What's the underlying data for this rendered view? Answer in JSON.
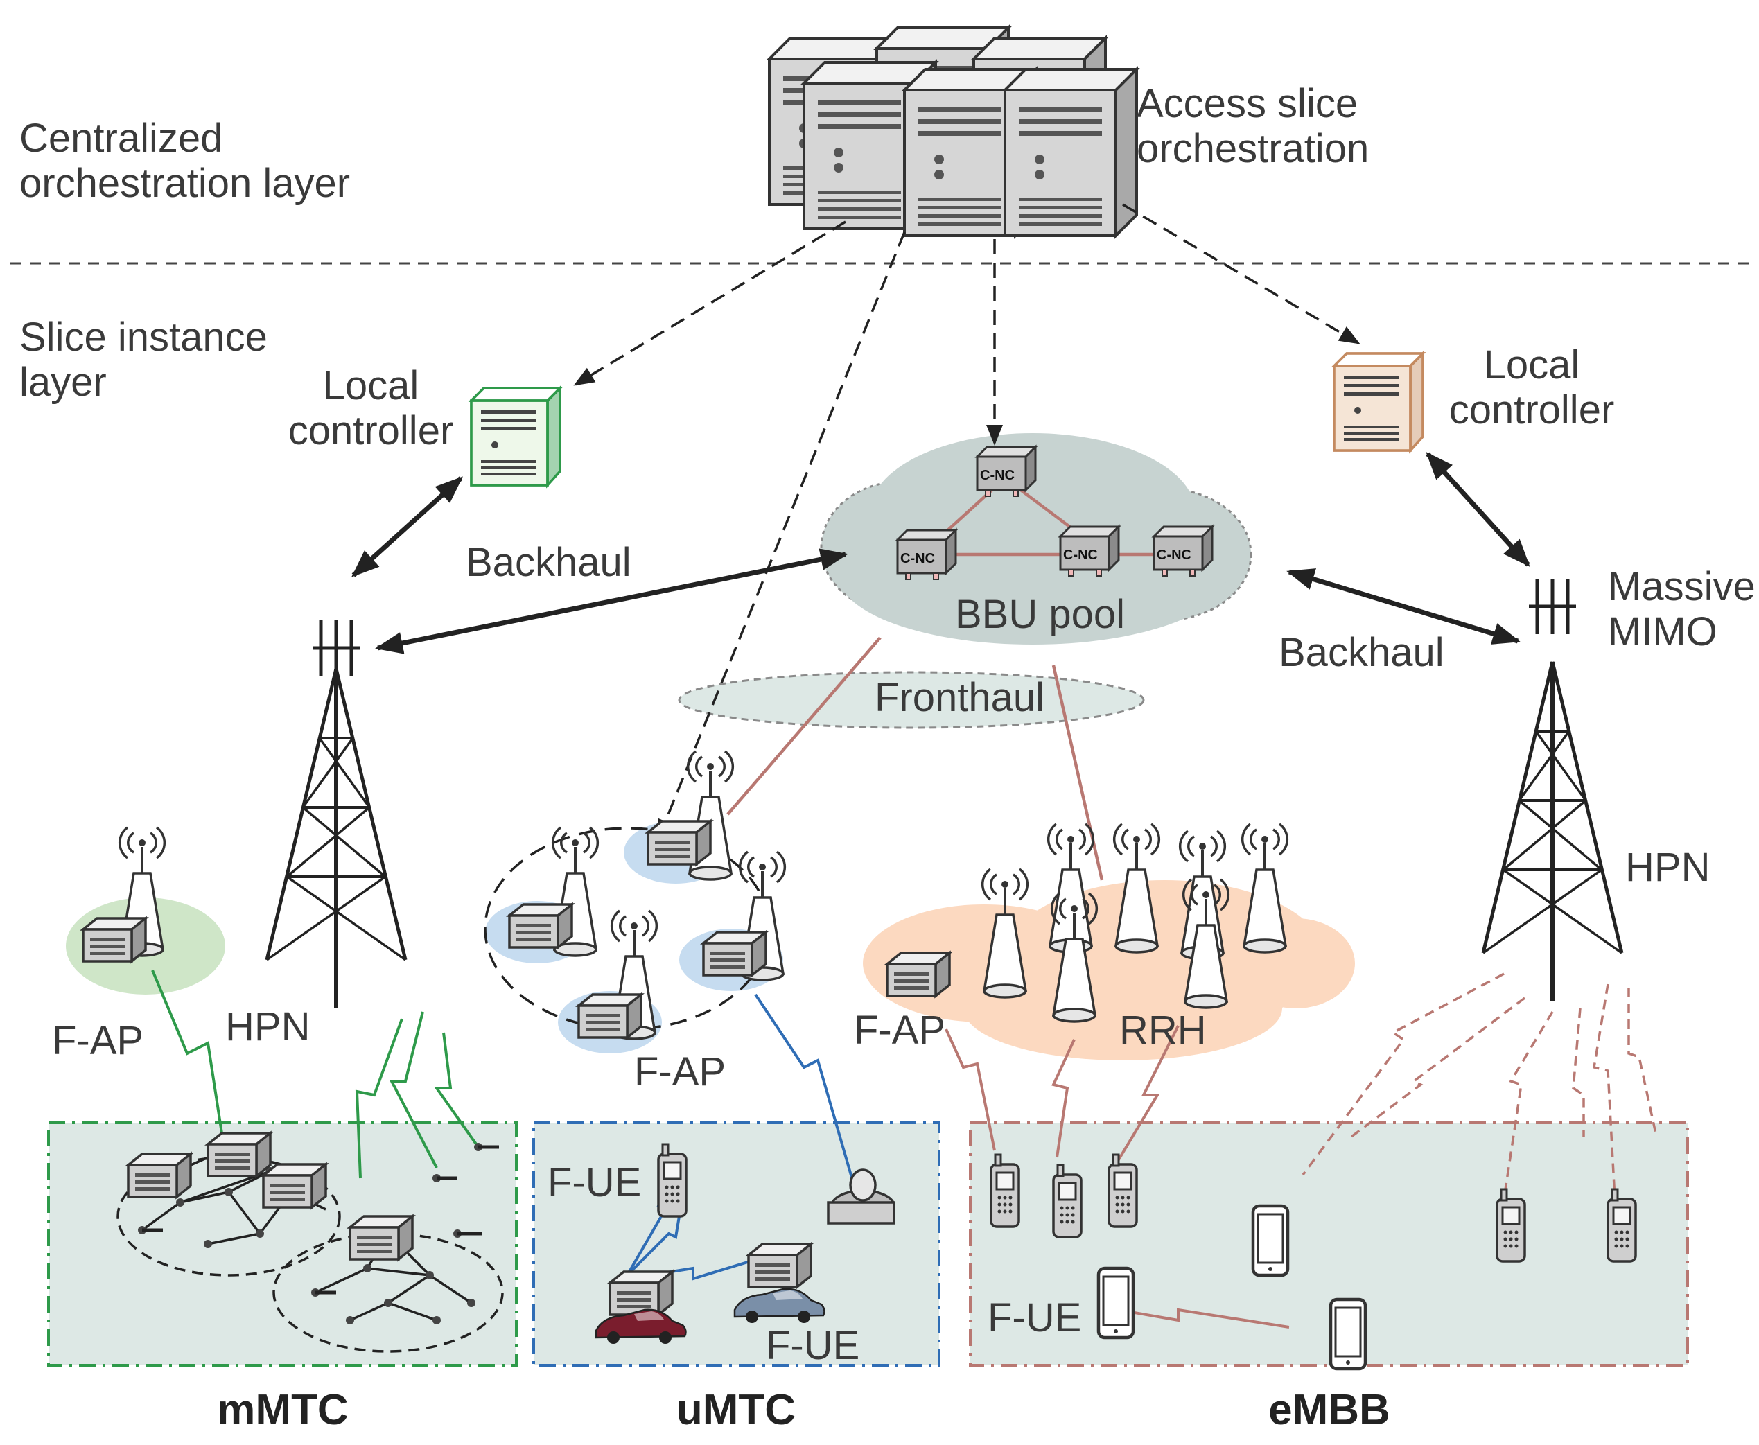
{
  "layers": {
    "top_line1": "Centralized",
    "top_line2": "orchestration layer",
    "bottom_line1": "Slice instance",
    "bottom_line2": "layer"
  },
  "orchestration": {
    "line1": "Access slice",
    "line2": "orchestration"
  },
  "local_controller": {
    "line1": "Local",
    "line2": "controller"
  },
  "backhaul": "Backhaul",
  "bbu_pool": "BBU pool",
  "bbu_unit_text": "C-NC",
  "fronthaul": "Fronthaul",
  "massive_mimo": {
    "line1": "Massive",
    "line2": "MIMO"
  },
  "hpn": "HPN",
  "f_ap": "F-AP",
  "rrh": "RRH",
  "f_ue": "F-UE",
  "slices": {
    "mmtc": "mMTC",
    "umtc": "uMTC",
    "embb": "eMBB"
  },
  "colors": {
    "mmtc": "#2e9a4a",
    "umtc": "#2f6db5",
    "embb": "#b87872",
    "slice_fill": "#dde8e5",
    "cloud": "#c7d3d1",
    "local_controller_left": "#e2f3dc",
    "local_controller_right": "#f1dcc8"
  }
}
